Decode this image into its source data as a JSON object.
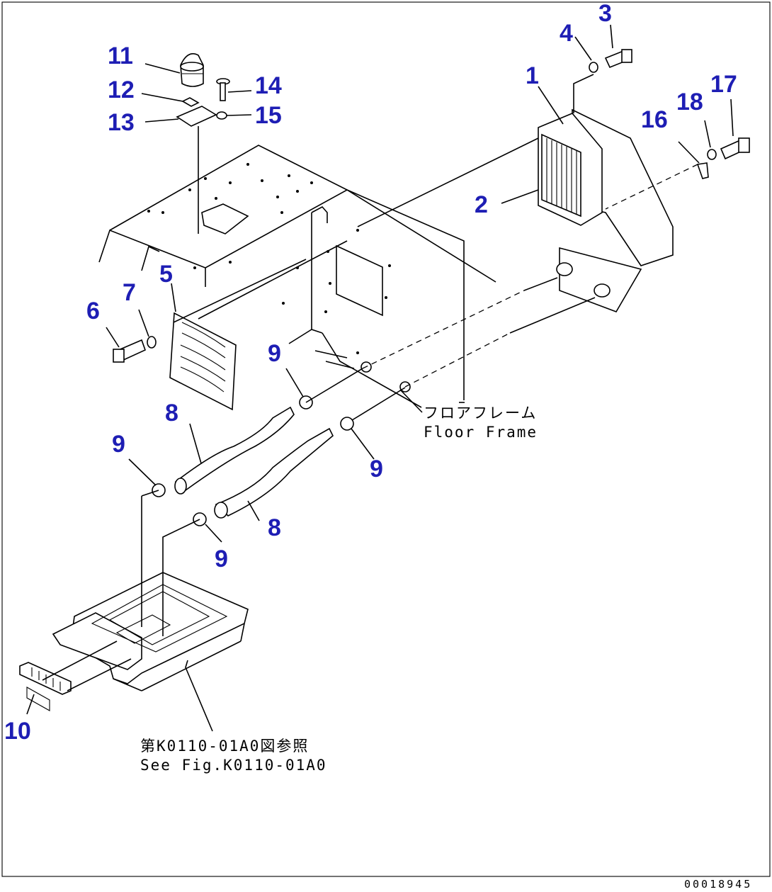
{
  "callouts": [
    {
      "id": "c1",
      "text": "1"
    },
    {
      "id": "c2",
      "text": "2"
    },
    {
      "id": "c3",
      "text": "3"
    },
    {
      "id": "c4",
      "text": "4"
    },
    {
      "id": "c5",
      "text": "5"
    },
    {
      "id": "c6",
      "text": "6"
    },
    {
      "id": "c7",
      "text": "7"
    },
    {
      "id": "c8a",
      "text": "8"
    },
    {
      "id": "c8b",
      "text": "8"
    },
    {
      "id": "c9a",
      "text": "9"
    },
    {
      "id": "c9b",
      "text": "9"
    },
    {
      "id": "c9c",
      "text": "9"
    },
    {
      "id": "c9d",
      "text": "9"
    },
    {
      "id": "c10",
      "text": "10"
    },
    {
      "id": "c11",
      "text": "11"
    },
    {
      "id": "c12",
      "text": "12"
    },
    {
      "id": "c13",
      "text": "13"
    },
    {
      "id": "c14",
      "text": "14"
    },
    {
      "id": "c15",
      "text": "15"
    },
    {
      "id": "c16",
      "text": "16"
    },
    {
      "id": "c17",
      "text": "17"
    },
    {
      "id": "c18",
      "text": "18"
    }
  ],
  "notes": {
    "floor_frame_jp": "フロアフレーム",
    "floor_frame_en": "Floor Frame",
    "see_fig_jp": "第K0110-01A0図参照",
    "see_fig_en": "See Fig.K0110-01A0"
  },
  "doc_id": "00018945",
  "colors": {
    "callout": "#1e1eb4",
    "line": "#000000",
    "background": "#ffffff"
  }
}
